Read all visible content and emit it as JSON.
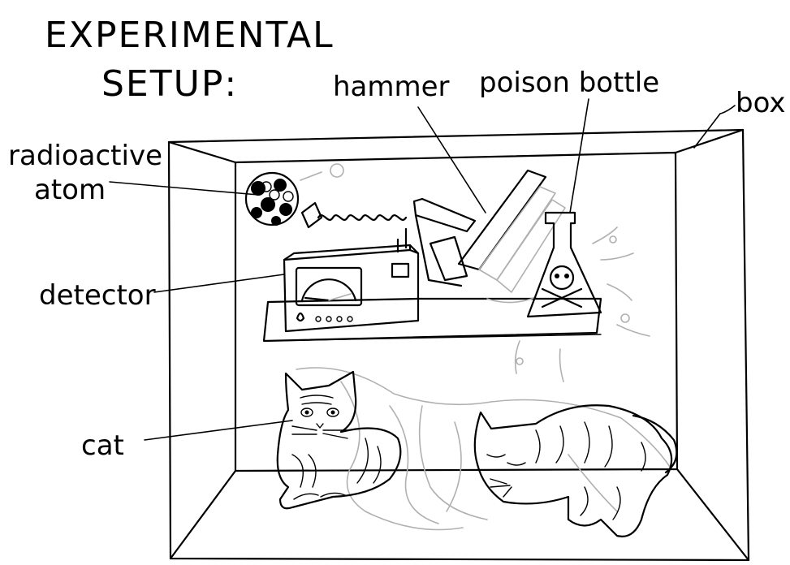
{
  "title": {
    "line1": "EXPERIMENTAL",
    "line2": "SETUP:"
  },
  "labels": {
    "hammer": "hammer",
    "poison_bottle": "poison bottle",
    "box": "box",
    "radioactive_line1": "radioactive",
    "radioactive_line2": "atom",
    "detector": "detector",
    "cat": "cat"
  }
}
